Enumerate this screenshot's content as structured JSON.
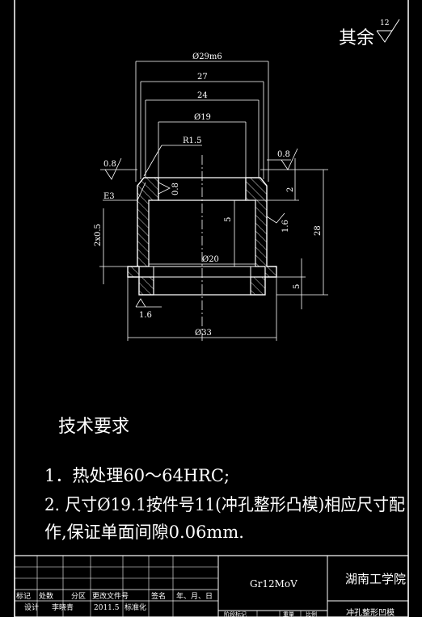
{
  "roughness_note": {
    "label": "其余",
    "value": "12"
  },
  "dims": {
    "d29": "Ø29m6",
    "d27": "27",
    "d24": "24",
    "d19": "Ø19",
    "r15": "R1.5",
    "d20": "Ø20",
    "d33": "Ø33",
    "h28": "28",
    "h5a": "5",
    "h5b": "5",
    "h2": "2",
    "chamfer": "2x0.5",
    "r_08_left": "0.8",
    "r_08_right": "0.8",
    "r_08_inner": "0.8",
    "r_16_right": "1.6",
    "r_16_bottom": "1.6",
    "e3": "E3"
  },
  "tech_requirements": {
    "title": "技术要求",
    "item1": "1．热处理60～64HRC;",
    "item2a": "2. 尺寸Ø19.1按件号11(冲孔整形凸模)相应尺寸配",
    "item2b": "作,保证单面间隙0.06mm."
  },
  "title_block": {
    "material": "Gr12MoV",
    "school": "湖南工学院",
    "part_name": "冲孔整形凹模",
    "row1": [
      "标记",
      "处数",
      "分区",
      "更改文件号",
      "签名",
      "年、月、日"
    ],
    "row2": [
      "设计",
      "李晓青",
      "2011.5",
      "标准化"
    ],
    "row3": [
      "阶段标记",
      "重量",
      "比例"
    ]
  }
}
